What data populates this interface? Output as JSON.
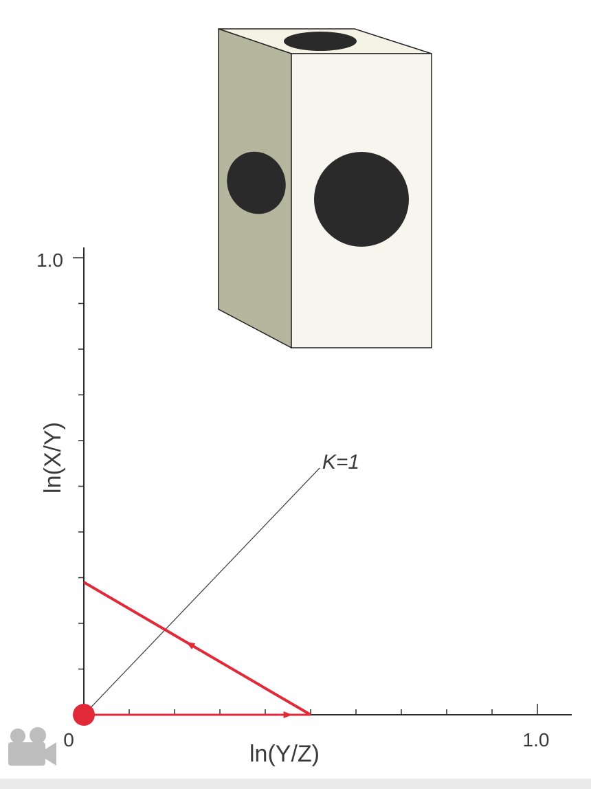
{
  "icons": {
    "camera": "movie-camera-icon"
  },
  "colors": {
    "trajectory": "#e02a3a",
    "axis": "#2b2b2b",
    "k_line": "#3a3a3a",
    "prism_side": "#b4b69e",
    "prism_front": "#f7f6ee",
    "spot": "#2a2a2a"
  },
  "chart_data": {
    "type": "line",
    "title": "",
    "xlabel": "ln(Y/Z)",
    "ylabel": "ln(X/Y)",
    "xlim": [
      0,
      1.0
    ],
    "ylim": [
      0,
      1.0
    ],
    "x_tick_labels": {
      "origin": "0",
      "max": "1.0"
    },
    "y_tick_labels": {
      "max": "1.0"
    },
    "x_minor_ticks": [
      0.1,
      0.2,
      0.3,
      0.4,
      0.5,
      0.6,
      0.7,
      0.8,
      0.9,
      1.0
    ],
    "y_minor_ticks": [
      0.1,
      0.2,
      0.3,
      0.4,
      0.5,
      0.6,
      0.7,
      0.8,
      0.9,
      1.0
    ],
    "grid": false,
    "series": [
      {
        "x": [
          0,
          0.5
        ],
        "y": [
          0,
          0
        ]
      },
      {
        "x": [
          0.5,
          0
        ],
        "y": [
          0,
          0.29
        ]
      }
    ],
    "reference_line": {
      "label": "K=1",
      "x": [
        0,
        0.52
      ],
      "y": [
        0,
        0.54
      ]
    },
    "start_point": {
      "x": 0,
      "y": 0
    }
  }
}
